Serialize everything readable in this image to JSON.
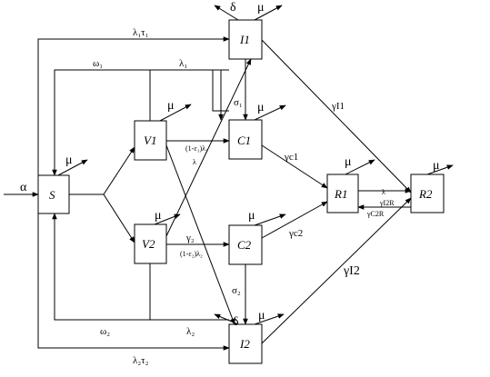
{
  "compartments": {
    "S": "S",
    "V1": "V1",
    "V2": "V2",
    "C1": "C1",
    "C2": "C2",
    "I1": "I1",
    "I2": "I2",
    "R1": "R1",
    "R2": "R2"
  },
  "rates": {
    "alpha": "α",
    "mu": "μ",
    "delta": "δ",
    "lambda1_tau1": "λ₁τ₁",
    "lambda2_tau2": "λ₂τ₂",
    "omega1": "ω₁",
    "omega2": "ω₂",
    "lambda1": "λ₁",
    "lambda2": "λ₂",
    "sigma1": "σ₁",
    "sigma2": "σ₂",
    "gamma2": "γ₂",
    "v1_to_c1": "(1-ε₁)λ₁",
    "v2_to_c2": "(1-ε₂)λ₂",
    "lambda_small": "λ",
    "gamma_c1": "γc1",
    "gamma_c2": "γc2",
    "gamma_i1": "γI1",
    "gamma_i2": "γI2",
    "r_lambda": "λ",
    "gamma_i2r": "γI2R",
    "gamma_c2r": "γC2R"
  }
}
